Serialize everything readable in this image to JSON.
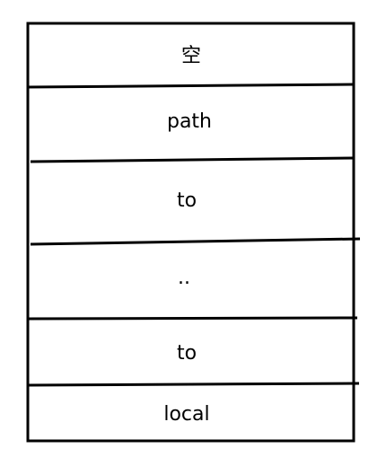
{
  "diagram": {
    "cells": [
      {
        "label": "空"
      },
      {
        "label": "path"
      },
      {
        "label": "to"
      },
      {
        "label": ".."
      },
      {
        "label": "to"
      },
      {
        "label": "local"
      }
    ],
    "colors": {
      "line": "#000000",
      "background": "#ffffff",
      "text": "#000000"
    }
  }
}
